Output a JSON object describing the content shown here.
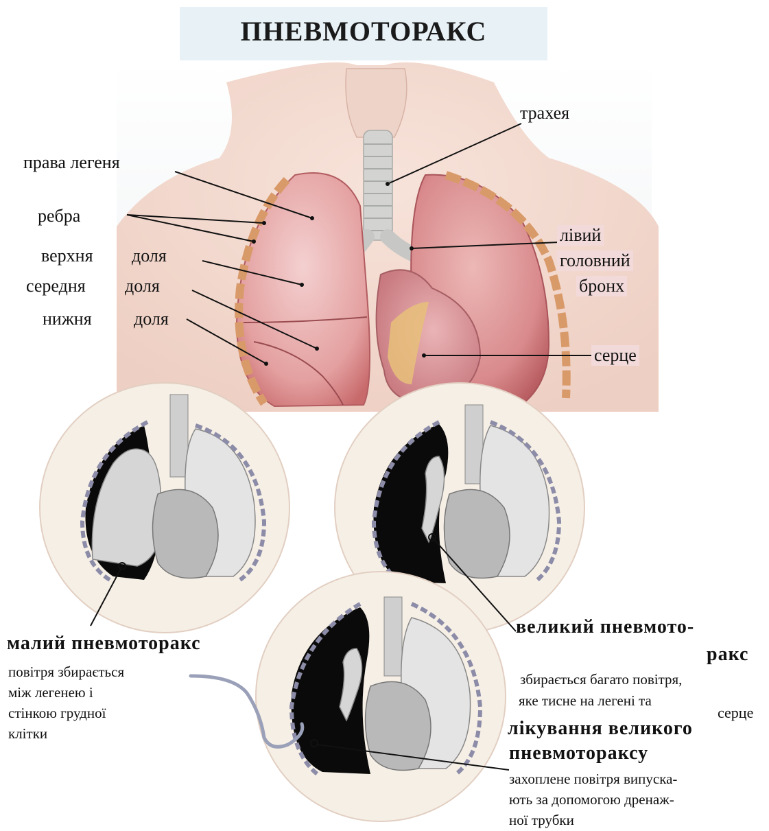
{
  "title": "ПНЕВМОТОРАКС",
  "anatomy_labels": {
    "trachea": "трахея",
    "right_lung": "права легеня",
    "ribs": "ребра",
    "upper_lobe_1": "верхня",
    "upper_lobe_2": "доля",
    "middle_lobe_1": "середня",
    "middle_lobe_2": "доля",
    "lower_lobe_1": "нижня",
    "lower_lobe_2": "доля",
    "left_bronchus_1": "лівий",
    "left_bronchus_2": "головний",
    "left_bronchus_3": "бронх",
    "heart": "серце"
  },
  "small": {
    "heading": "малий пневмоторакс",
    "desc_lines": [
      "повітря збирається",
      "між легенею і",
      "стінкою грудної",
      "клітки"
    ]
  },
  "large": {
    "heading_1": "великий пневмото-",
    "heading_2": "ракс",
    "desc_line_1": "збирається багато повітря,",
    "desc_line_2": "яке тисне на легені та",
    "desc_line_2_end": "серце"
  },
  "treatment": {
    "heading_1": "лікування великого",
    "heading_2": "пневмотораксу",
    "desc_lines": [
      "захоплене повітря випуска-",
      "ють за допомогою дренаж-",
      "ної трубки"
    ]
  },
  "colors": {
    "lung_pink": "#e4a0a0",
    "lung_pink_dark": "#c86a6c",
    "skin": "#f2d6cb",
    "heart_pink": "#d98f94",
    "diagram_circle": "#f6efe6",
    "collapsed_air": "#0a0a0a",
    "lung_gray": "#d6d6d6"
  }
}
